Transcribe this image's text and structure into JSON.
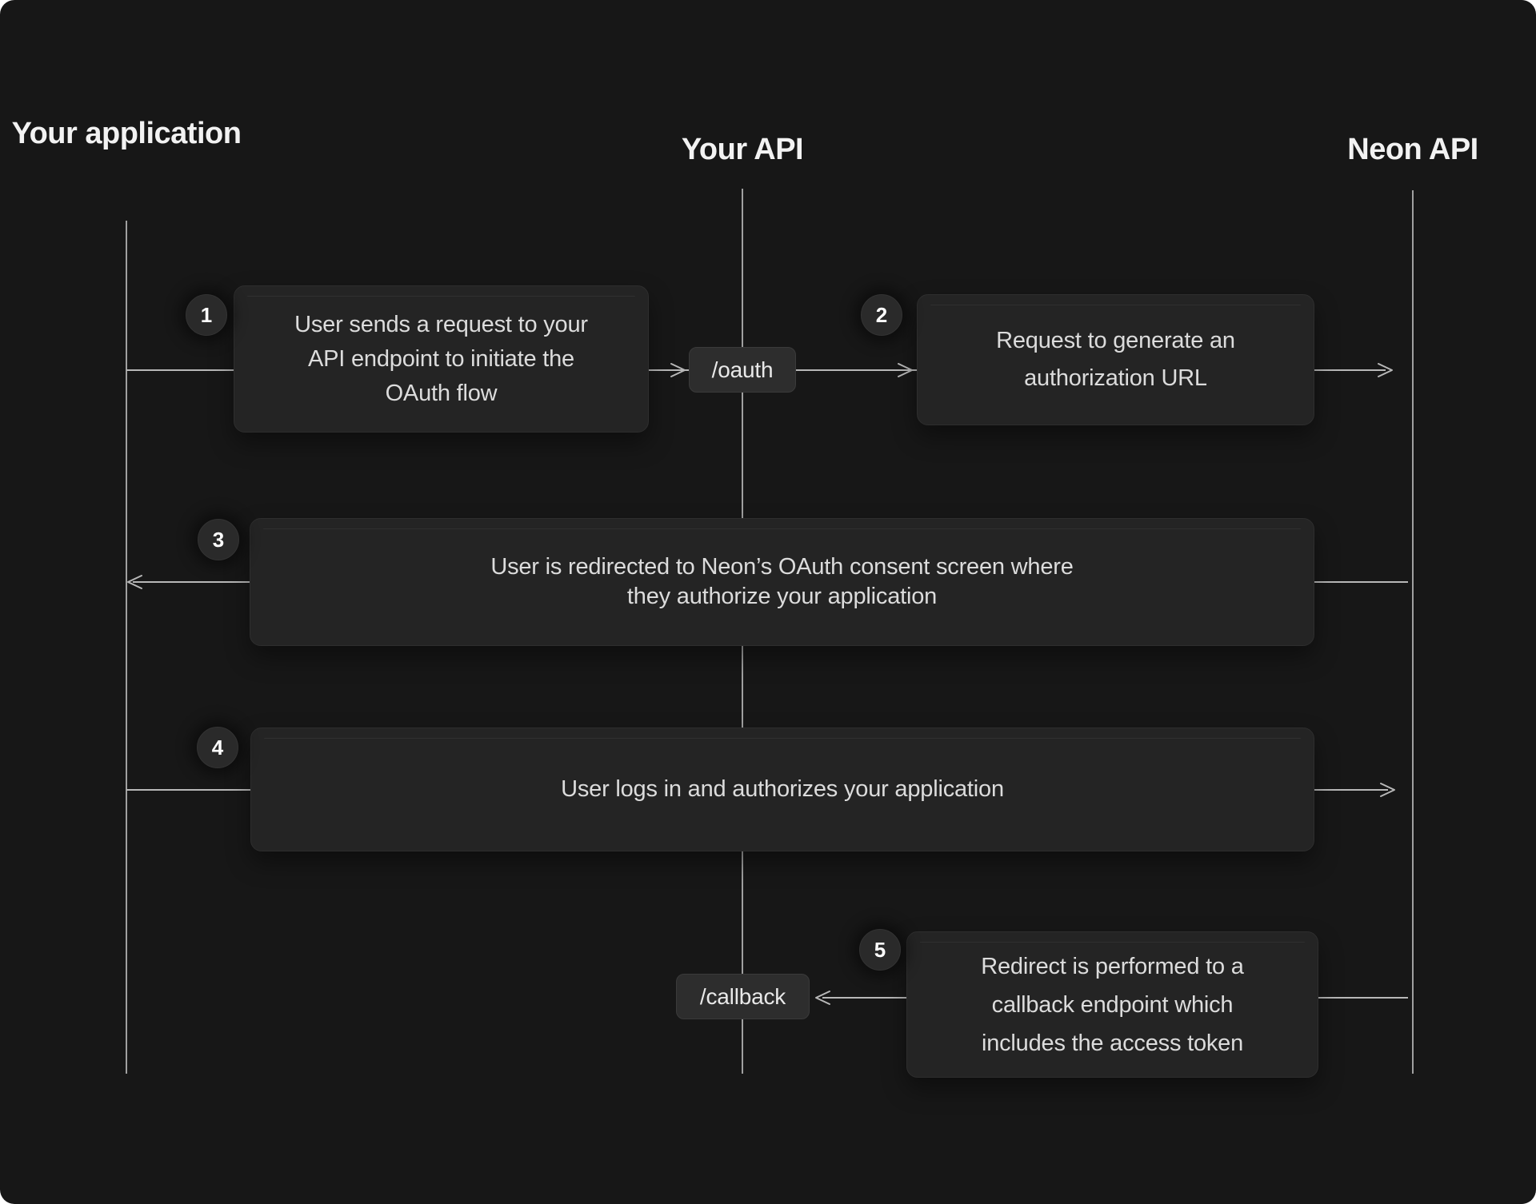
{
  "theme": {
    "background": "#171717",
    "box_bg": "#242424",
    "box_border": "#2e2e2e",
    "badge_bg": "#2d2d2d",
    "badge_border": "#3a3a3a",
    "badge_text": "#e9e9e9",
    "line_color": "#b8b8b8",
    "lifeline_color": "#a0a0a0",
    "title_color": "#f2f2f2",
    "text_color": "#dcdcdc",
    "circle_bg": "#2a2a2a",
    "circle_text": "#ffffff"
  },
  "lanes": [
    {
      "id": "your-application",
      "label": "Your application"
    },
    {
      "id": "your-api",
      "label": "Your API"
    },
    {
      "id": "neon-api",
      "label": "Neon API"
    }
  ],
  "endpoints": [
    {
      "label": "/oauth"
    },
    {
      "label": "/callback"
    }
  ],
  "steps": [
    {
      "number": "1",
      "lines": [
        "User sends a request to your",
        "API endpoint to initiate the",
        "OAuth flow"
      ]
    },
    {
      "number": "2",
      "lines": [
        "Request to generate an",
        "authorization URL"
      ]
    },
    {
      "number": "3",
      "lines": [
        "User is redirected to Neon’s OAuth consent screen where",
        "they authorize your application"
      ]
    },
    {
      "number": "4",
      "lines": [
        "User logs in and authorizes your application"
      ]
    },
    {
      "number": "5",
      "lines": [
        "Redirect is performed to a",
        "callback endpoint which",
        "includes the access token"
      ]
    }
  ]
}
